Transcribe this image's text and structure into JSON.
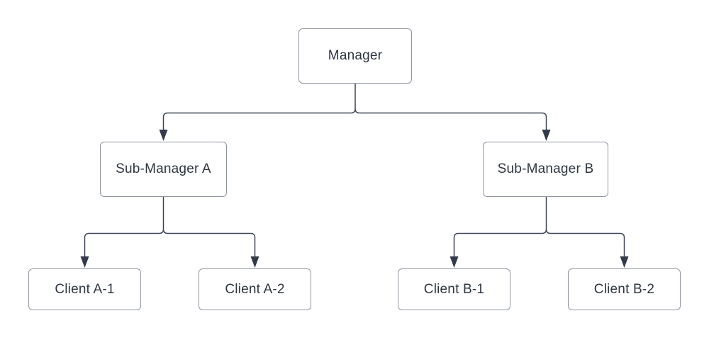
{
  "diagram": {
    "type": "org-chart-tree",
    "background_color": "#ffffff",
    "colors": {
      "box_fill": "#ffffff",
      "box_border": "#8f95a0",
      "text": "#2f3640",
      "connector": "#3e4554",
      "arrowhead": "#333a49"
    },
    "nodes": {
      "manager": {
        "label": "Manager"
      },
      "sub_a": {
        "label": "Sub-Manager A"
      },
      "sub_b": {
        "label": "Sub-Manager B"
      },
      "client_a1": {
        "label": "Client A-1"
      },
      "client_a2": {
        "label": "Client A-2"
      },
      "client_b1": {
        "label": "Client B-1"
      },
      "client_b2": {
        "label": "Client B-2"
      }
    },
    "edges": [
      {
        "from": "Manager",
        "to": "Sub-Manager A",
        "arrow": "filled-triangle"
      },
      {
        "from": "Manager",
        "to": "Sub-Manager B",
        "arrow": "filled-triangle"
      },
      {
        "from": "Sub-Manager A",
        "to": "Client A-1",
        "arrow": "filled-triangle"
      },
      {
        "from": "Sub-Manager A",
        "to": "Client A-2",
        "arrow": "filled-triangle"
      },
      {
        "from": "Sub-Manager B",
        "to": "Client B-1",
        "arrow": "filled-triangle"
      },
      {
        "from": "Sub-Manager B",
        "to": "Client B-2",
        "arrow": "filled-triangle"
      }
    ]
  }
}
